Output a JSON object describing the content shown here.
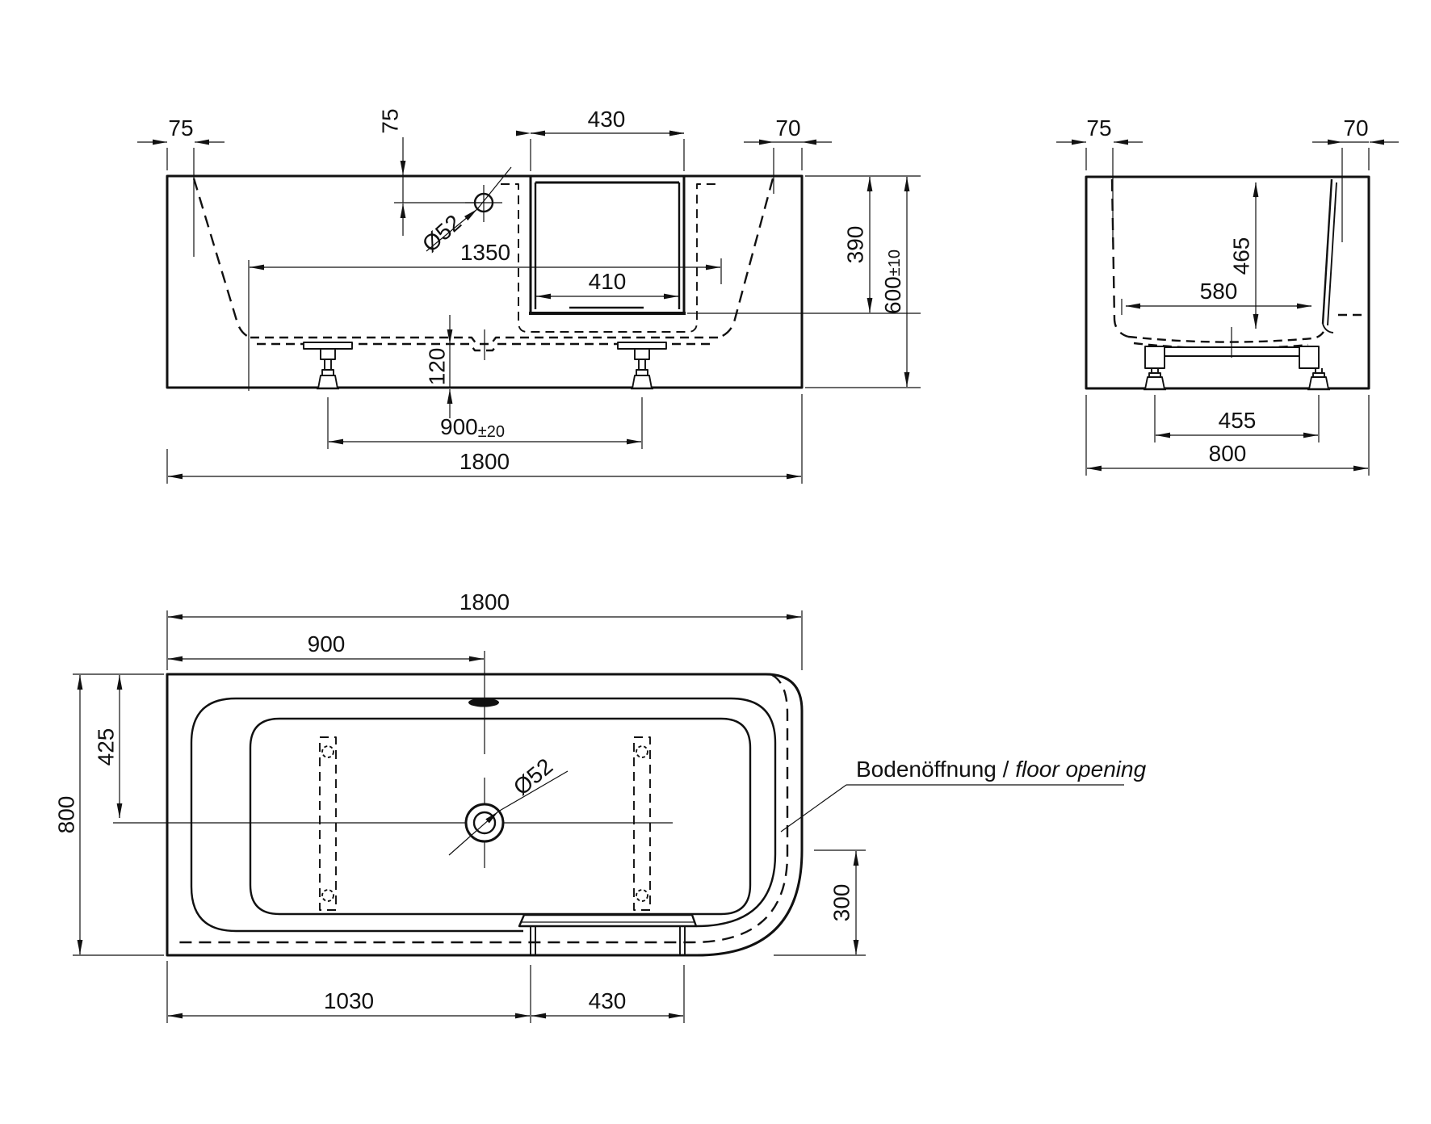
{
  "front_view": {
    "dims": {
      "rim_left": "75",
      "drain_from_top": "75",
      "door_width_top": "430",
      "rim_right": "70",
      "drain_diameter": "Ø52",
      "inner_length": "1350",
      "door_width_bottom": "410",
      "door_depth": "390",
      "height": "600",
      "height_tolerance": "±10",
      "support_height": "120",
      "feet_distance": "900",
      "feet_tolerance": "±20",
      "total_length": "1800"
    }
  },
  "side_view": {
    "dims": {
      "rim_left": "75",
      "rim_right": "70",
      "inner_depth": "465",
      "inner_width_bottom": "580",
      "frame_feet_distance": "455",
      "total_width": "800"
    }
  },
  "plan_view": {
    "dims": {
      "total_length": "1800",
      "overflow_from_left": "900",
      "centerline_from_top": "425",
      "total_width": "800",
      "drain_diameter": "Ø52",
      "corner_offset": "300",
      "door_from_left": "1030",
      "door_width": "430"
    },
    "floor_opening_de": "Bodenöffnung",
    "floor_opening_sep": " / ",
    "floor_opening_en": "floor opening"
  }
}
